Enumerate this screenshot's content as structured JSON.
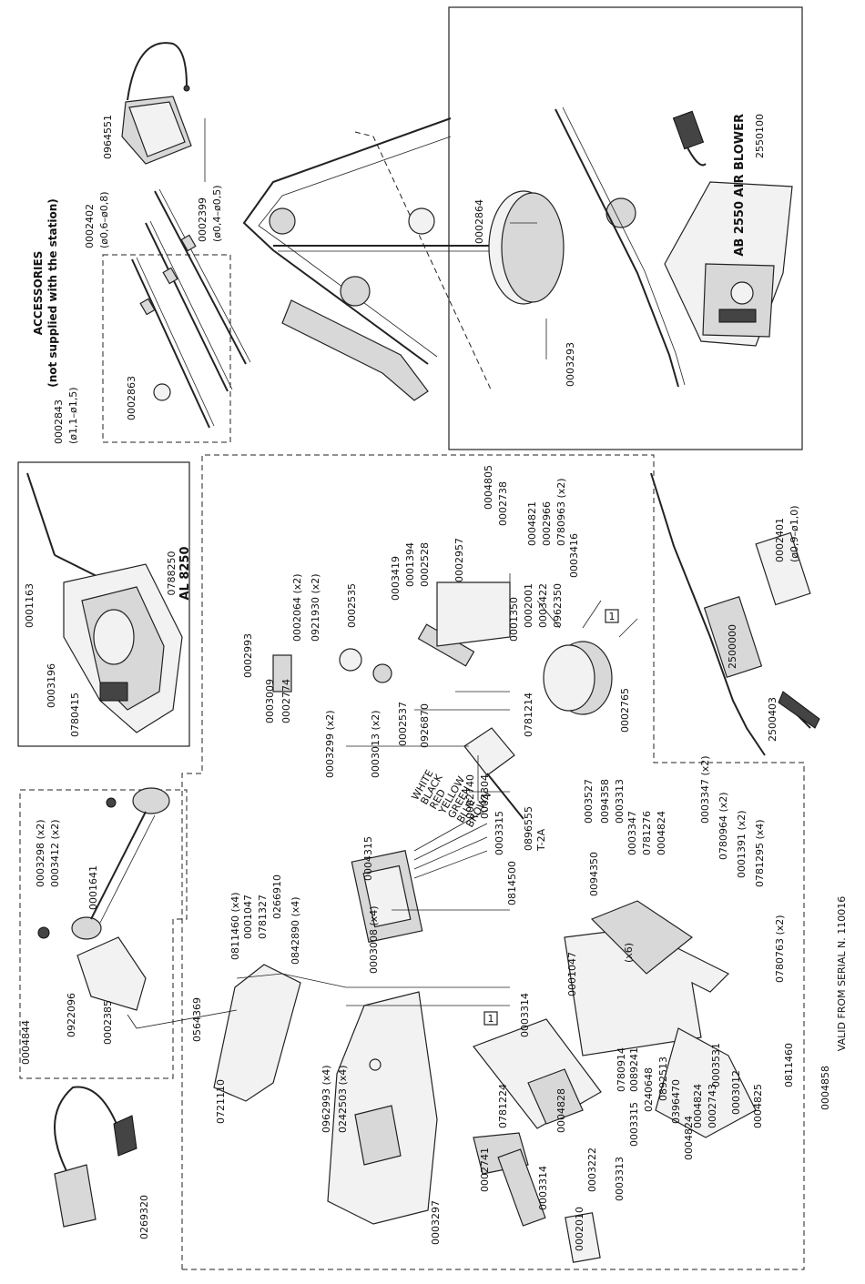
{
  "accessories_header": {
    "title": "ACCESSORIES",
    "subtitle": "(not supplied with the station)"
  },
  "air_blower": {
    "title": "AB 2550 AIR BLOWER",
    "code": "2550100"
  },
  "handpiece": {
    "code": "0788250",
    "model": "AL 8250"
  },
  "footnote": "VALID FROM SERIAL N. 110016",
  "ref_marker": "1",
  "wire_colors": [
    "WHITE",
    "BLACK",
    "RED",
    "YELLOW",
    "GREEN",
    "BLUE",
    "BROWN"
  ],
  "part_labels": [
    "0002843",
    "(ø1,1–ø1,5)",
    "0002863",
    "0002402",
    "(ø0,6–ø0,8)",
    "0002399",
    "(ø0,4–ø0,5)",
    "0964551",
    "0002864",
    "0003293",
    "0001163",
    "0003196",
    "0780415",
    "0004844",
    "0003298 (x2)",
    "0003412 (x2)",
    "0001641",
    "0922096",
    "0002385",
    "0269320",
    "0564369",
    "0721110",
    "0811460 (x4)",
    "0001047",
    "0781327",
    "0266910",
    "0842890 (x4)",
    "0004315",
    "0962993 (x4)",
    "0242503 (x4)",
    "0003008 (x4)",
    "0003297",
    "0002993",
    "0003009",
    "0002774",
    "0002064 (x2)",
    "0921930 (x2)",
    "0003299 (x2)",
    "0003013 (x2)",
    "0002537",
    "0926870",
    "0002535",
    "0003419",
    "0001394",
    "0002528",
    "0002957",
    "0004805",
    "0002738",
    "0004821",
    "0002966",
    "0780963 (x2)",
    "0003416",
    "0002001",
    "0003422",
    "0962350",
    "0001350",
    "0002765",
    "0781214",
    "0002740",
    "0003304",
    "0003315",
    "0896555",
    "T-2A",
    "0814500",
    "0003527",
    "0094358",
    "0003313",
    "0094350",
    "0003347",
    "0781276",
    "0004824",
    "0001047",
    "0003347 (x2)",
    "0780964 (x2)",
    "0001391 (x2)",
    "0781295 (x4)",
    "0780763 (x2)",
    "0811460",
    "0004825",
    "0003012",
    "0002743",
    "0003531",
    "0004824",
    "0396470",
    "0892513",
    "0240648",
    "0089241",
    "0780914",
    "0003315",
    "0004824",
    "0003313",
    "0003222",
    "0004828",
    "0002010",
    "0781224",
    "0002741",
    "0003314",
    "0003314",
    "(x6)",
    "0002401",
    "(ø0,9–ø1,0)",
    "2500000",
    "2500403",
    "0004858"
  ]
}
